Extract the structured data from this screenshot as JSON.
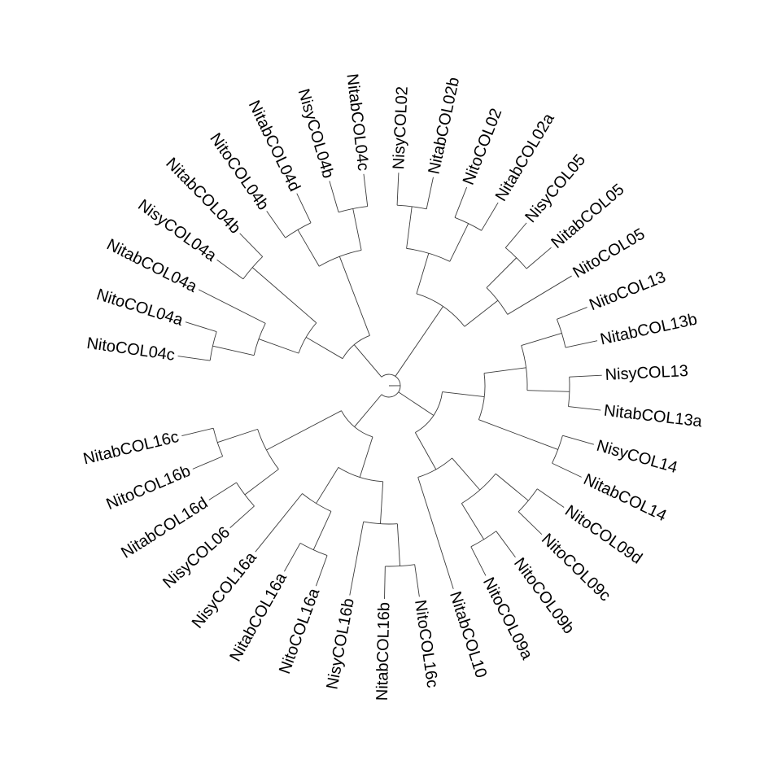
{
  "diagram": {
    "type": "circular-dendrogram",
    "leaves": [
      "NitoCOL04c",
      "NitoCOL04a",
      "NitabCOL04a",
      "NisyCOL04a",
      "NitabCOL04b",
      "NitoCOL04b",
      "NitabCOL04d",
      "NisyCOL04b",
      "NitabCOL04c",
      "NisyCOL02",
      "NitabCOL02b",
      "NitoCOL02",
      "NitabCOL02a",
      "NisyCOL05",
      "NitabCOL05",
      "NitoCOL05",
      "NitoCOL13",
      "NitabCOL13b",
      "NisyCOL13",
      "NitabCOL13a",
      "NisyCOL14",
      "NitabCOL14",
      "NitoCOL09d",
      "NitoCOL09c",
      "NitoCOL09b",
      "NitoCOL09a",
      "NitabCOL10",
      "NitoCOL16c",
      "NitabCOL16b",
      "NisyCOL16b",
      "NitoCOL16a",
      "NitabCOL16a",
      "NisyCOL16a",
      "NisyCOL06",
      "NitabCOL16d",
      "NitoCOL16b",
      "NitabCOL16c"
    ],
    "tree": [
      [
        [
          [
            [
              "NitoCOL04c",
              "NitoCOL04a"
            ],
            "NitabCOL04a"
          ],
          [
            "NisyCOL04a",
            "NitabCOL04b"
          ]
        ],
        [
          [
            "NitoCOL04b",
            "NitabCOL04d"
          ],
          [
            "NisyCOL04b",
            "NitabCOL04c"
          ]
        ]
      ],
      [
        [
          [
            "NisyCOL02",
            "NitabCOL02b"
          ],
          [
            "NitoCOL02",
            "NitabCOL02a"
          ]
        ],
        [
          [
            "NisyCOL05",
            "NitabCOL05"
          ],
          "NitoCOL05"
        ]
      ],
      [
        [
          [
            [
              "NitoCOL13",
              "NitabCOL13b"
            ],
            [
              "NisyCOL13",
              "NitabCOL13a"
            ]
          ],
          [
            "NisyCOL14",
            "NitabCOL14"
          ]
        ],
        [
          [
            [
              "NitoCOL09d",
              "NitoCOL09c"
            ],
            [
              "NitoCOL09b",
              "NitoCOL09a"
            ]
          ],
          "NitabCOL10"
        ]
      ],
      [
        [
          [
            [
              "NitoCOL16c",
              "NitabCOL16b"
            ],
            "NisyCOL16b"
          ],
          [
            [
              "NitoCOL16a",
              "NitabCOL16a"
            ],
            "NisyCOL16a"
          ]
        ],
        [
          [
            "NisyCOL06",
            "NitabCOL16d"
          ],
          [
            "NitoCOL16b",
            "NitabCOL16c"
          ]
        ]
      ]
    ]
  }
}
